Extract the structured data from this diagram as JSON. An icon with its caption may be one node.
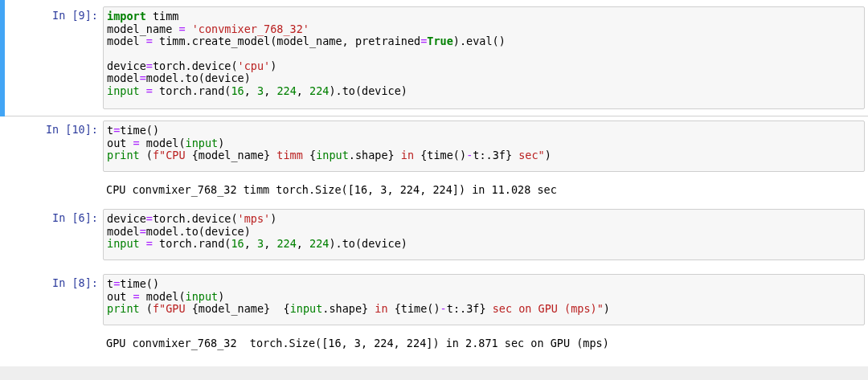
{
  "diagram": {
    "nodes": [
      {
        "text": [
          "In [9]:",
          "import timm",
          "model_name = 'convmixer_768_32'",
          "model = timm.create_model(model_name, pretrained=True).eval()",
          "device=torch.device('cpu')",
          "model=model.to(device)",
          "input = torch.rand(16, 3, 224, 224).to(device)"
        ]
      },
      {
        "text": [
          "In [10]:",
          "t=time()",
          "out = model(input)",
          "print (f\"CPU {model_name} timm {input.shape} in {time()-t:.3f} sec\")"
        ],
        "beside": [
          "CPU convmixer_768_32 timm torch.Size([16, 3, 224, 224]) in 11.028 sec"
        ]
      },
      {
        "text": [
          "In [6]:",
          "device=torch.device('mps')",
          "model=model.to(device)",
          "input = torch.rand(16, 3, 224, 224).to(device)"
        ]
      },
      {
        "text": [
          "In [8]:",
          "t=time()",
          "out = model(input)",
          "print (f\"GPU {model_name}  {input.shape} in {time()-t:.3f} sec on GPU (mps)\")"
        ],
        "beside": [
          "GPU convmixer_768_32  torch.Size([16, 3, 224, 224]) in 2.871 sec on GPU (mps)"
        ]
      }
    ]
  }
}
